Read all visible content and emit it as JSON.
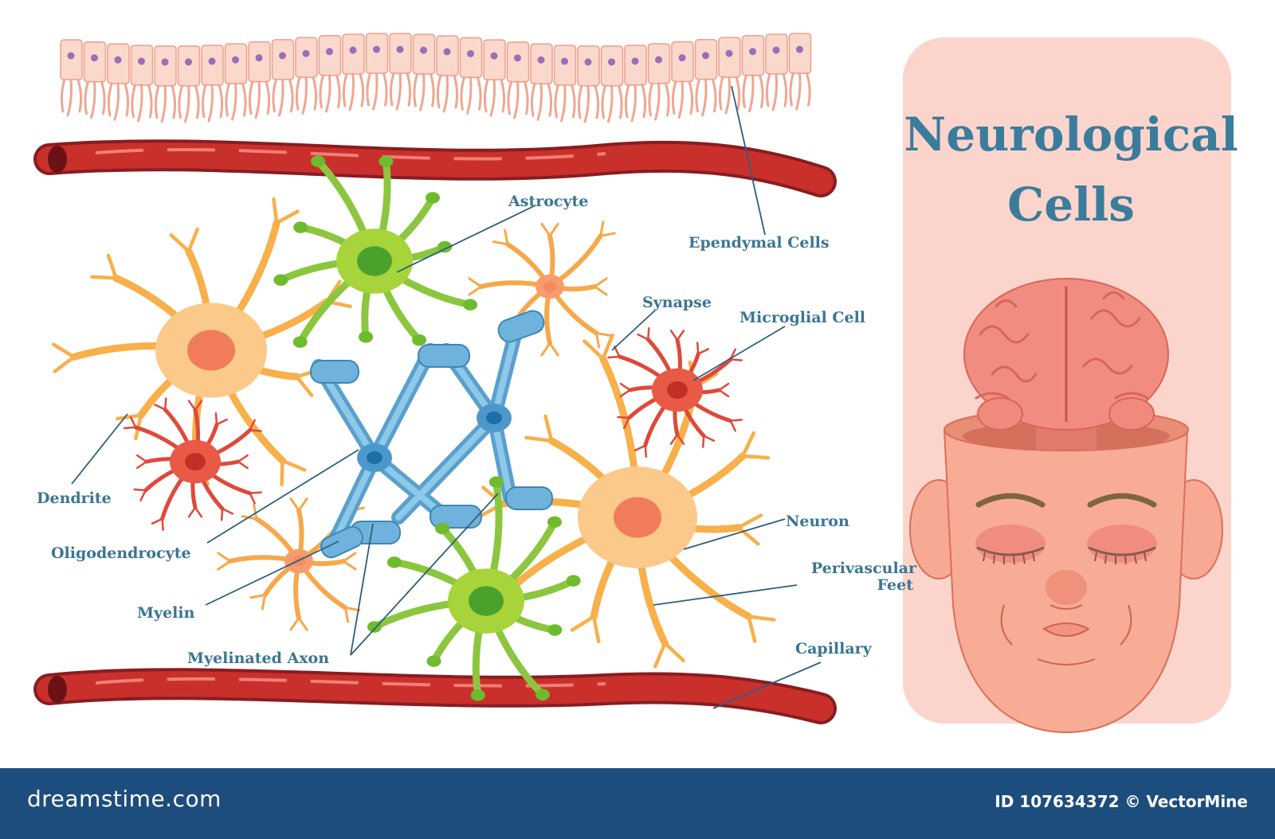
{
  "title": {
    "line1": "Neurological",
    "line2": "Cells"
  },
  "labels": {
    "astrocyte": "Astrocyte",
    "ependymal": "Ependymal Cells",
    "synapse": "Synapse",
    "microglial": "Microglial Cell",
    "dendrite": "Dendrite",
    "oligodendrocyte": "Oligodendrocyte",
    "neuron": "Neuron",
    "perivascular_line1": "Perivascular",
    "perivascular_line2": "Feet",
    "myelin": "Myelin",
    "capillary": "Capillary",
    "myelinated_axon": "Myelinated Axon"
  },
  "footer": {
    "brand": "dreamstime.com",
    "id_text": "ID 107634372 © VectorMine"
  },
  "colors": {
    "capillary": "#b8262b",
    "neuron": "#f7b04a",
    "astrocyte": "#8cc63f",
    "oligodendrocyte": "#6fb3dc",
    "microglia": "#e24b3a",
    "ependymal": "#f9d2c6",
    "panel": "#fbd5cc",
    "title": "#3b7c9c",
    "footer": "#1d4d7c"
  }
}
